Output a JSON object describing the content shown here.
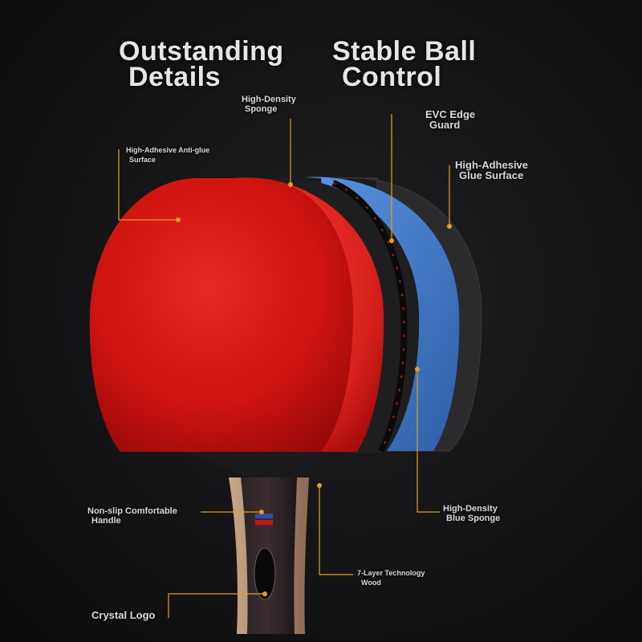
{
  "headline_left": {
    "line1": "Outstanding",
    "line2": "Details"
  },
  "headline_right": {
    "line1": "Stable Ball",
    "line2": "Control"
  },
  "callouts": {
    "anti_glue": {
      "line1": "High-Adhesive Anti-glue",
      "line2": "Surface"
    },
    "sponge": {
      "line1": "High-Density",
      "line2": "Sponge"
    },
    "edge_guard": {
      "line1": "EVC Edge",
      "line2": "Guard"
    },
    "glue_surface": {
      "line1": "High-Adhesive",
      "line2": "Glue Surface"
    },
    "handle": {
      "line1": "Non-slip Comfortable",
      "line2": "Handle"
    },
    "blue_sponge": {
      "line1": "High-Density",
      "line2": "Blue Sponge"
    },
    "wood": {
      "line1": "7-Layer Technology",
      "line2": "Wood"
    },
    "crystal_logo": {
      "line1": "Crystal Logo"
    }
  },
  "colors": {
    "leader_line": "#e0a020",
    "red_rubber": "#d3120f",
    "blue_sponge": "#3f78c6",
    "blade": "#1b1b1d",
    "background": "#121214"
  }
}
